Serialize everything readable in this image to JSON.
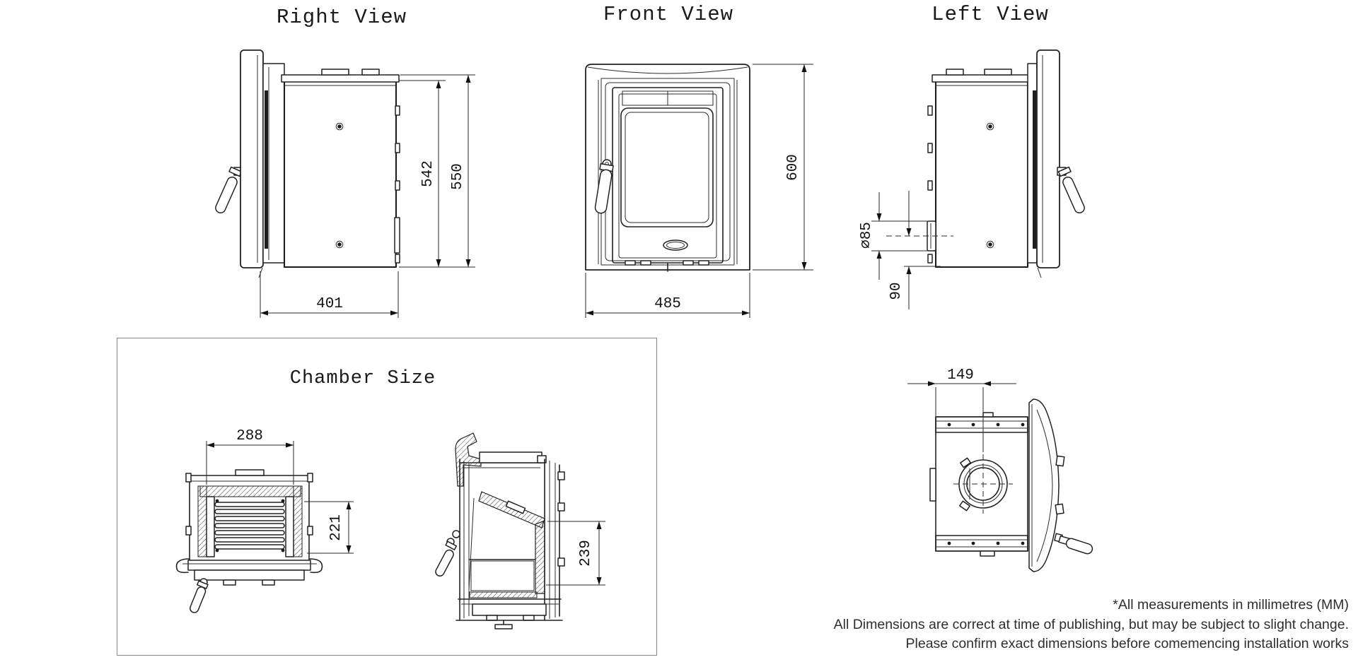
{
  "document": {
    "type": "technical-drawing",
    "background": "#ffffff"
  },
  "views": {
    "right": {
      "title": "Right View",
      "dims": {
        "body_height": "542",
        "overall_height": "550",
        "depth": "401"
      }
    },
    "front": {
      "title": "Front View",
      "dims": {
        "overall_height": "600",
        "overall_width": "485"
      }
    },
    "left": {
      "title": "Left View",
      "dims": {
        "flue_diameter": "∅85",
        "flue_centre_height": "90"
      }
    },
    "chamber": {
      "title": "Chamber Size",
      "dims": {
        "width": "288",
        "front_height": "221",
        "rear_height": "239"
      }
    },
    "top": {
      "dims": {
        "flue_centre_offset": "149"
      }
    }
  },
  "notes": {
    "line1": "*All measurements in millimetres (MM)",
    "line2": "All Dimensions are correct at time of publishing, but may be subject to slight change.",
    "line3": "Please confirm exact dimensions before comemencing installation works"
  },
  "colors": {
    "line": "#222222",
    "dimension": "#1a1a1a",
    "box_border": "#888888"
  }
}
